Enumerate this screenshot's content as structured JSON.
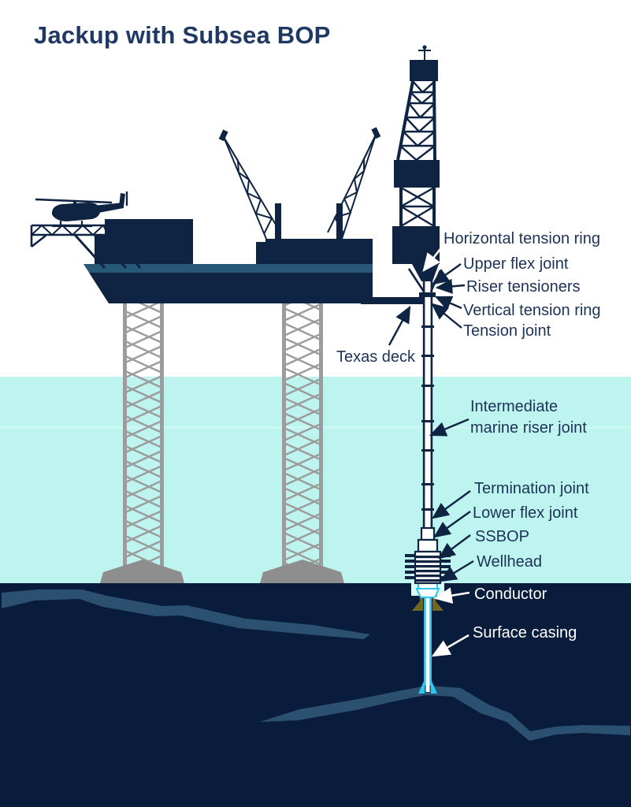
{
  "title": "Jackup with Subsea BOP",
  "labels": {
    "horizontal_tension_ring": "Horizontal tension ring",
    "upper_flex_joint": "Upper flex joint",
    "riser_tensioners": "Riser tensioners",
    "vertical_tension_ring": "Vertical tension ring",
    "tension_joint": "Tension joint",
    "texas_deck": "Texas deck",
    "intermediate_line1": "Intermediate",
    "intermediate_line2": "marine riser joint",
    "termination_joint": "Termination joint",
    "lower_flex_joint": "Lower flex joint",
    "ssbop": "SSBOP",
    "wellhead": "Wellhead",
    "conductor": "Conductor",
    "surface_casing": "Surface casing"
  },
  "colors": {
    "structure_navy": "#0f2342",
    "text_navy": "#1c3257",
    "title_navy": "#1f3864",
    "seabed_navy": "#0a1c3c",
    "hull_stripe_blue": "#275877",
    "water_cyan": "#bef4ef",
    "strata_blue": "#2c506f",
    "leg_gray": "#9c9c9c",
    "spud_gray": "#8e8e8e",
    "conductor_olive": "#6e6820",
    "casing_cyan": "#2ec6ee",
    "label_white": "#ffffff"
  },
  "parts": [
    "helicopter",
    "helideck",
    "deckhouse",
    "cranes",
    "derrick",
    "hull",
    "texas-deck",
    "jackup-legs",
    "spud-cans",
    "riser-tensioners",
    "marine-riser",
    "ssbop-stack",
    "wellhead",
    "conductor",
    "surface-casing",
    "water",
    "seabed",
    "rock-strata"
  ]
}
